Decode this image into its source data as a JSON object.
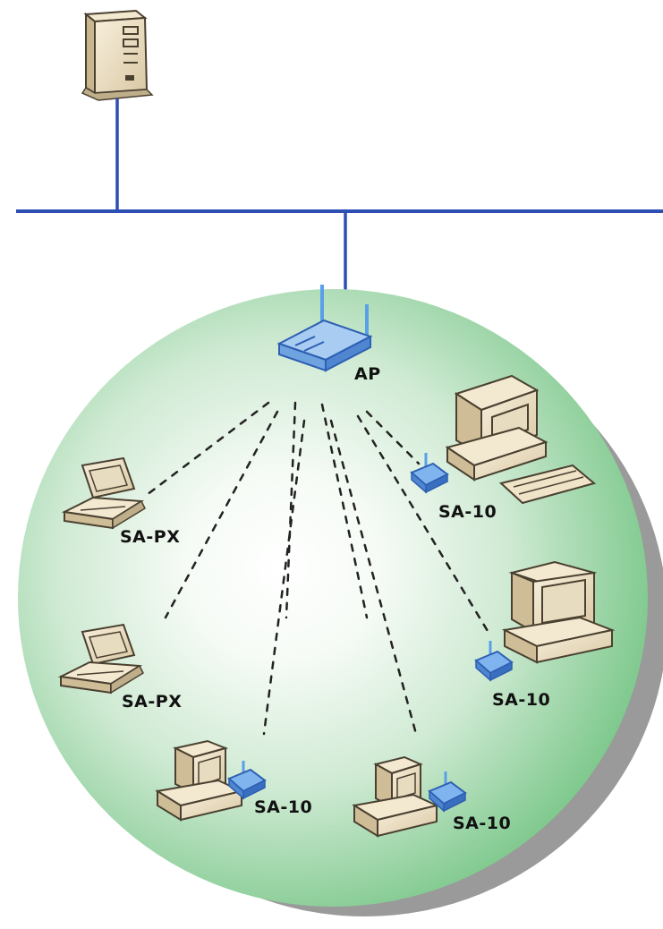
{
  "labels": {
    "ap": "AP",
    "sa10_a": "SA-10",
    "sa10_b": "SA-10",
    "sa10_c": "SA-10",
    "sa10_d": "SA-10",
    "sapx_a": "SA-PX",
    "sapx_b": "SA-PX"
  },
  "colors": {
    "network_line": "#2d4fb3",
    "coverage_edge": "#7dc88c",
    "coverage_center": "#ffffff",
    "shadow": "#9a9a9a",
    "device_beige": "#efe3c8",
    "device_outline": "#4a4030",
    "radio_blue": "#5aa0e8"
  }
}
